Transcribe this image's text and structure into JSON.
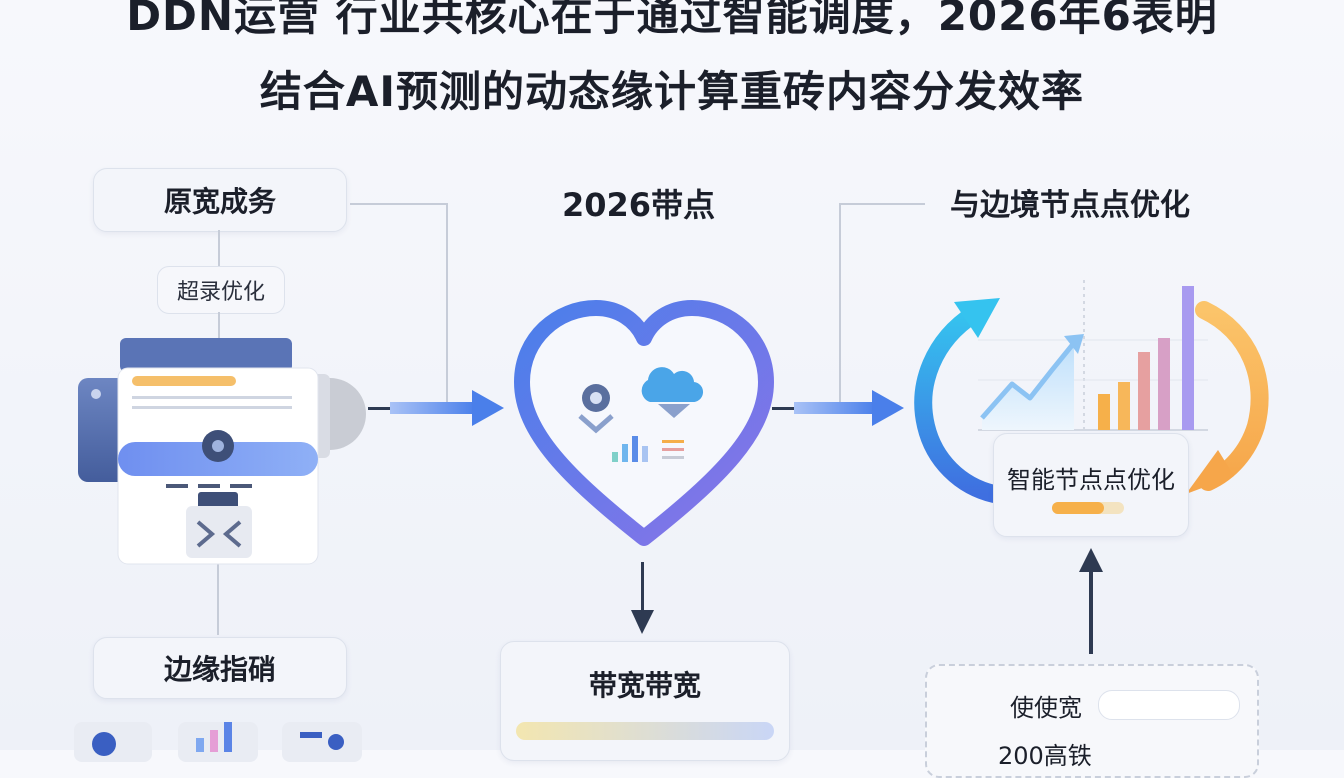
{
  "header": {
    "title_line1": "DDN运营 行业共核心在于通过智能调度，2026年6表明",
    "title_line2": "结合AI预测的动态缘计算重砖内容分发效率"
  },
  "left": {
    "top_card": "原宽成务",
    "sub_pill": "超录优化",
    "bottom_card": "边缘指硝"
  },
  "center": {
    "label": "2026带点",
    "bottom_card": "带宽带宽"
  },
  "right": {
    "label": "与边境节点点优化",
    "panel_label": "智能节点点优化",
    "items": [
      {
        "label": "使使宽"
      },
      {
        "label": "200高铁"
      }
    ]
  },
  "colors": {
    "blue": "#4a7fea",
    "purple": "#8b73e8",
    "orange": "#f5ae4a",
    "navy": "#4b67a8",
    "dark": "#2e3a52"
  }
}
